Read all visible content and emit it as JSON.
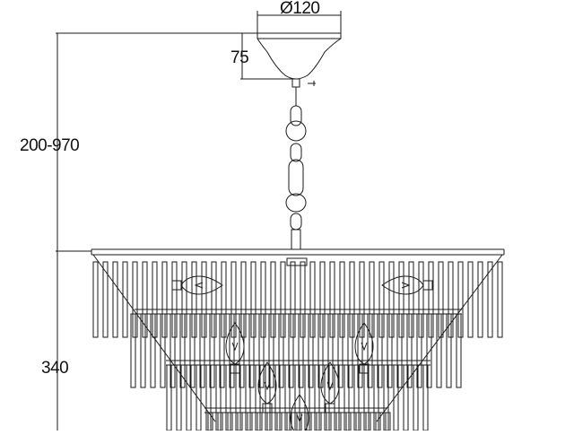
{
  "dimensions": {
    "canopy_diameter": "Ø120",
    "canopy_height": "75",
    "suspension_range": "200-970",
    "body_height": "340"
  },
  "colors": {
    "line": "#1a1a1a",
    "background": "#ffffff"
  }
}
